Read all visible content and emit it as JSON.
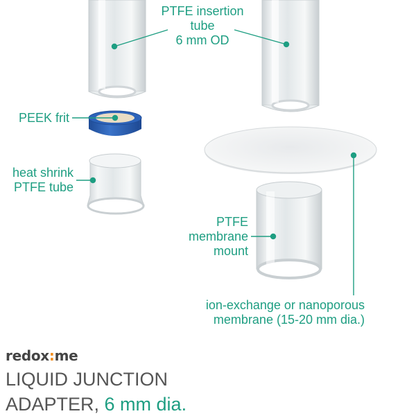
{
  "colors": {
    "accent": "#1e9e82",
    "text": "#555555",
    "brand_dot": "#f28c1c",
    "frit_blue": "#2a5fb4",
    "frit_core": "#e9dcc4",
    "tube_glass": "#e4e8ea"
  },
  "labels": {
    "insertion_tube": [
      "PTFE insertion",
      "tube",
      "6 mm OD"
    ],
    "peek_frit": "PEEK frit",
    "heat_shrink": [
      "heat shrink",
      "PTFE tube"
    ],
    "membrane_mount": [
      "PTFE",
      "membrane",
      "mount"
    ],
    "membrane": [
      "ion-exchange or nanoporous",
      "membrane (15-20 mm dia.)"
    ]
  },
  "brand": {
    "prefix": "redox",
    "dot": ":",
    "suffix": "me"
  },
  "title": {
    "line1": "LIQUID JUNCTION",
    "line2_prefix": "ADAPTER, ",
    "line2_accent": "6 mm dia."
  }
}
